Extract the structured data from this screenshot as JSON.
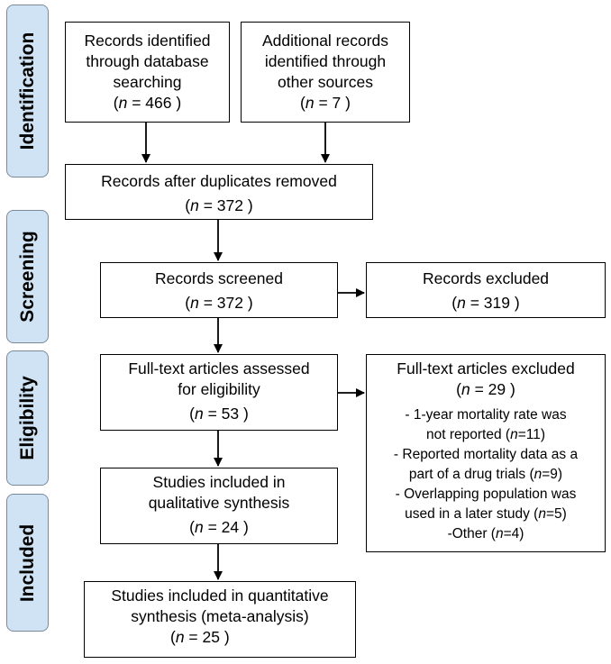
{
  "phases": {
    "identification": "Identification",
    "screening": "Screening",
    "eligibility": "Eligibility",
    "included": "Included"
  },
  "boxes": {
    "db_search": {
      "lines": [
        "Records identified",
        "through database",
        "searching"
      ],
      "n_prefix": "(",
      "n": "n",
      "n_value": " =  466 )"
    },
    "other_sources": {
      "lines": [
        "Additional records",
        "identified through",
        "other sources"
      ],
      "n_prefix": "(",
      "n": "n",
      "n_value": " = 7 )"
    },
    "duplicates": {
      "lines": [
        "Records after duplicates removed"
      ],
      "n_prefix": "(",
      "n": "n",
      "n_value": " = 372 )"
    },
    "screened": {
      "lines": [
        "Records screened"
      ],
      "n_prefix": "(",
      "n": "n",
      "n_value": " =  372 )"
    },
    "excluded": {
      "lines": [
        "Records excluded"
      ],
      "n_prefix": "(",
      "n": "n",
      "n_value": " = 319 )"
    },
    "fulltext": {
      "lines": [
        "Full-text articles assessed",
        "for eligibility"
      ],
      "n_prefix": "(",
      "n": "n",
      "n_value": " = 53 )"
    },
    "fulltext_excluded": {
      "title": "Full-text articles excluded",
      "n_prefix": "(",
      "n": "n",
      "n_value": " = 29 )",
      "reasons": [
        {
          "pre": "- 1-year mortality rate was",
          "line2_pre": "not reported (",
          "n": "n",
          "post": "=11)"
        },
        {
          "pre": "- Reported mortality data as a",
          "line2_pre": "part of a drug trials (",
          "n": "n",
          "post": "=9)"
        },
        {
          "pre": "- Overlapping population was",
          "line2_pre": "used in a later study (",
          "n": "n",
          "post": "=5)"
        },
        {
          "pre": "",
          "line2_pre": "-Other (",
          "n": "n",
          "post": "=4)"
        }
      ]
    },
    "qualitative": {
      "lines": [
        "Studies included in",
        "qualitative synthesis"
      ],
      "n_prefix": "(",
      "n": "n",
      "n_value": " = 24 )"
    },
    "quantitative": {
      "lines": [
        "Studies included in quantitative",
        "synthesis (meta-analysis)"
      ],
      "n_prefix": "(",
      "n": "n",
      "n_value": " = 25 )"
    }
  },
  "colors": {
    "phase_fill": "#cfe3f5",
    "phase_border": "#7a8a99",
    "line": "#000000"
  }
}
